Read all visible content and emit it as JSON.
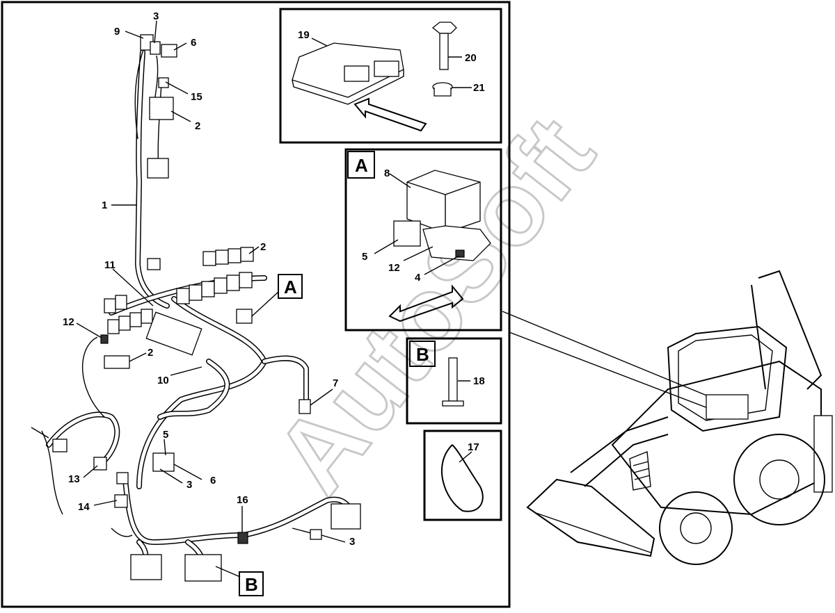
{
  "watermark": "AutoSoft",
  "callouts": {
    "n1": "1",
    "n2a": "2",
    "n2b": "2",
    "n2c": "2",
    "n3a": "3",
    "n3b": "3",
    "n3c": "3",
    "n5": "5",
    "n6a": "6",
    "n6b": "6",
    "n7": "7",
    "n9": "9",
    "n10": "10",
    "n11": "11",
    "n12": "12",
    "n13": "13",
    "n14": "14",
    "n15": "15",
    "n16": "16"
  },
  "view_labels": {
    "a_main": "A",
    "b_main": "B"
  },
  "detail_ecu": {
    "n19": "19",
    "n20": "20",
    "n21": "21"
  },
  "detail_a": {
    "label": "A",
    "n8": "8",
    "n5": "5",
    "n12": "12",
    "n4": "4"
  },
  "detail_b": {
    "label": "B",
    "n18": "18"
  },
  "detail_tie": {
    "n17": "17"
  }
}
